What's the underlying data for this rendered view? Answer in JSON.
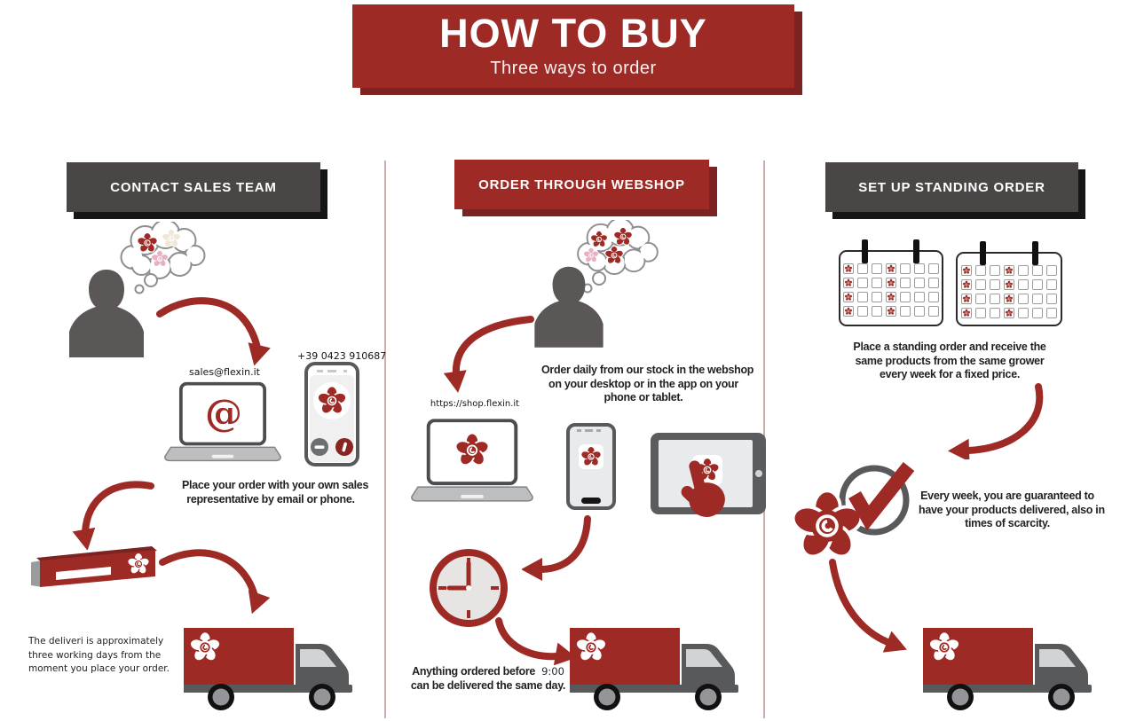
{
  "header": {
    "title": "HOW TO BUY",
    "subtitle": "Three ways to order"
  },
  "contact": {
    "header": "CONTACT SALES TEAM",
    "email": "sales@flexin.it",
    "at_symbol": "@",
    "phone": "+39 0423 910687",
    "step1_lines": [
      "Place your order with your own sales",
      "representative by email or phone."
    ],
    "note_lines": [
      "The deliveri is approximately",
      "three working days from the",
      "moment you place your order."
    ]
  },
  "webshop": {
    "header": "ORDER THROUGH WEBSHOP",
    "url": "https://shop.flexin.it",
    "step1_lines": [
      "Order daily from our stock in the webshop",
      "on your desktop or in the app on your",
      "phone or tablet."
    ],
    "step2_prefix": "Anything ordered before",
    "step2_time": "9:00",
    "step2_suffix": "can be delivered the same day."
  },
  "standing_order": {
    "header": "SET UP STANDING ORDER",
    "step1_lines": [
      "Place a standing order and receive the",
      "same products from the same grower",
      "every week for a fixed price."
    ],
    "step2_lines": [
      "Every week, you are guaranteed to",
      "have your products delivered, also in",
      "times of scarcity."
    ],
    "calendar": {
      "rows": 4,
      "cols": 7,
      "rose_columns": [
        0,
        3
      ]
    }
  },
  "colors": {
    "brand_red": "#9E2A25",
    "shadow_red": "#7C2220",
    "banner_gray": "#4A4646",
    "silhouette_gray": "#5B5756",
    "truck_gray": "#58595B",
    "light_gray": "#D1D3D4",
    "text_dark": "#231F20",
    "rose_pink": "#E9AFC2",
    "rose_cream": "#EFE8D7",
    "divider_pink": "#CFADAB"
  },
  "icons": {
    "thought-bubble-icon": "cloud bubble containing roses",
    "rose-icon": "stylized rose flower",
    "person-icon": "head and shoulders silhouette",
    "curved-arrow-icon": "hand-drawn red curved arrow",
    "laptop-email-icon": "laptop with @ sign on screen",
    "phone-call-icon": "smartphone incoming call with rose",
    "laptop-webshop-icon": "laptop with rose on screen",
    "phone-app-icon": "smartphone with rose app icon",
    "tablet-touch-icon": "tablet with rose app and pointing hand",
    "clock-icon": "clock showing 9:00",
    "flower-box-icon": "long flower shipping box with rose logo",
    "delivery-truck-icon": "box truck with rose logo",
    "calendar-icon": "weekly calendar with roses on fixed days",
    "check-circle-icon": "red checkmark over gray circle"
  }
}
